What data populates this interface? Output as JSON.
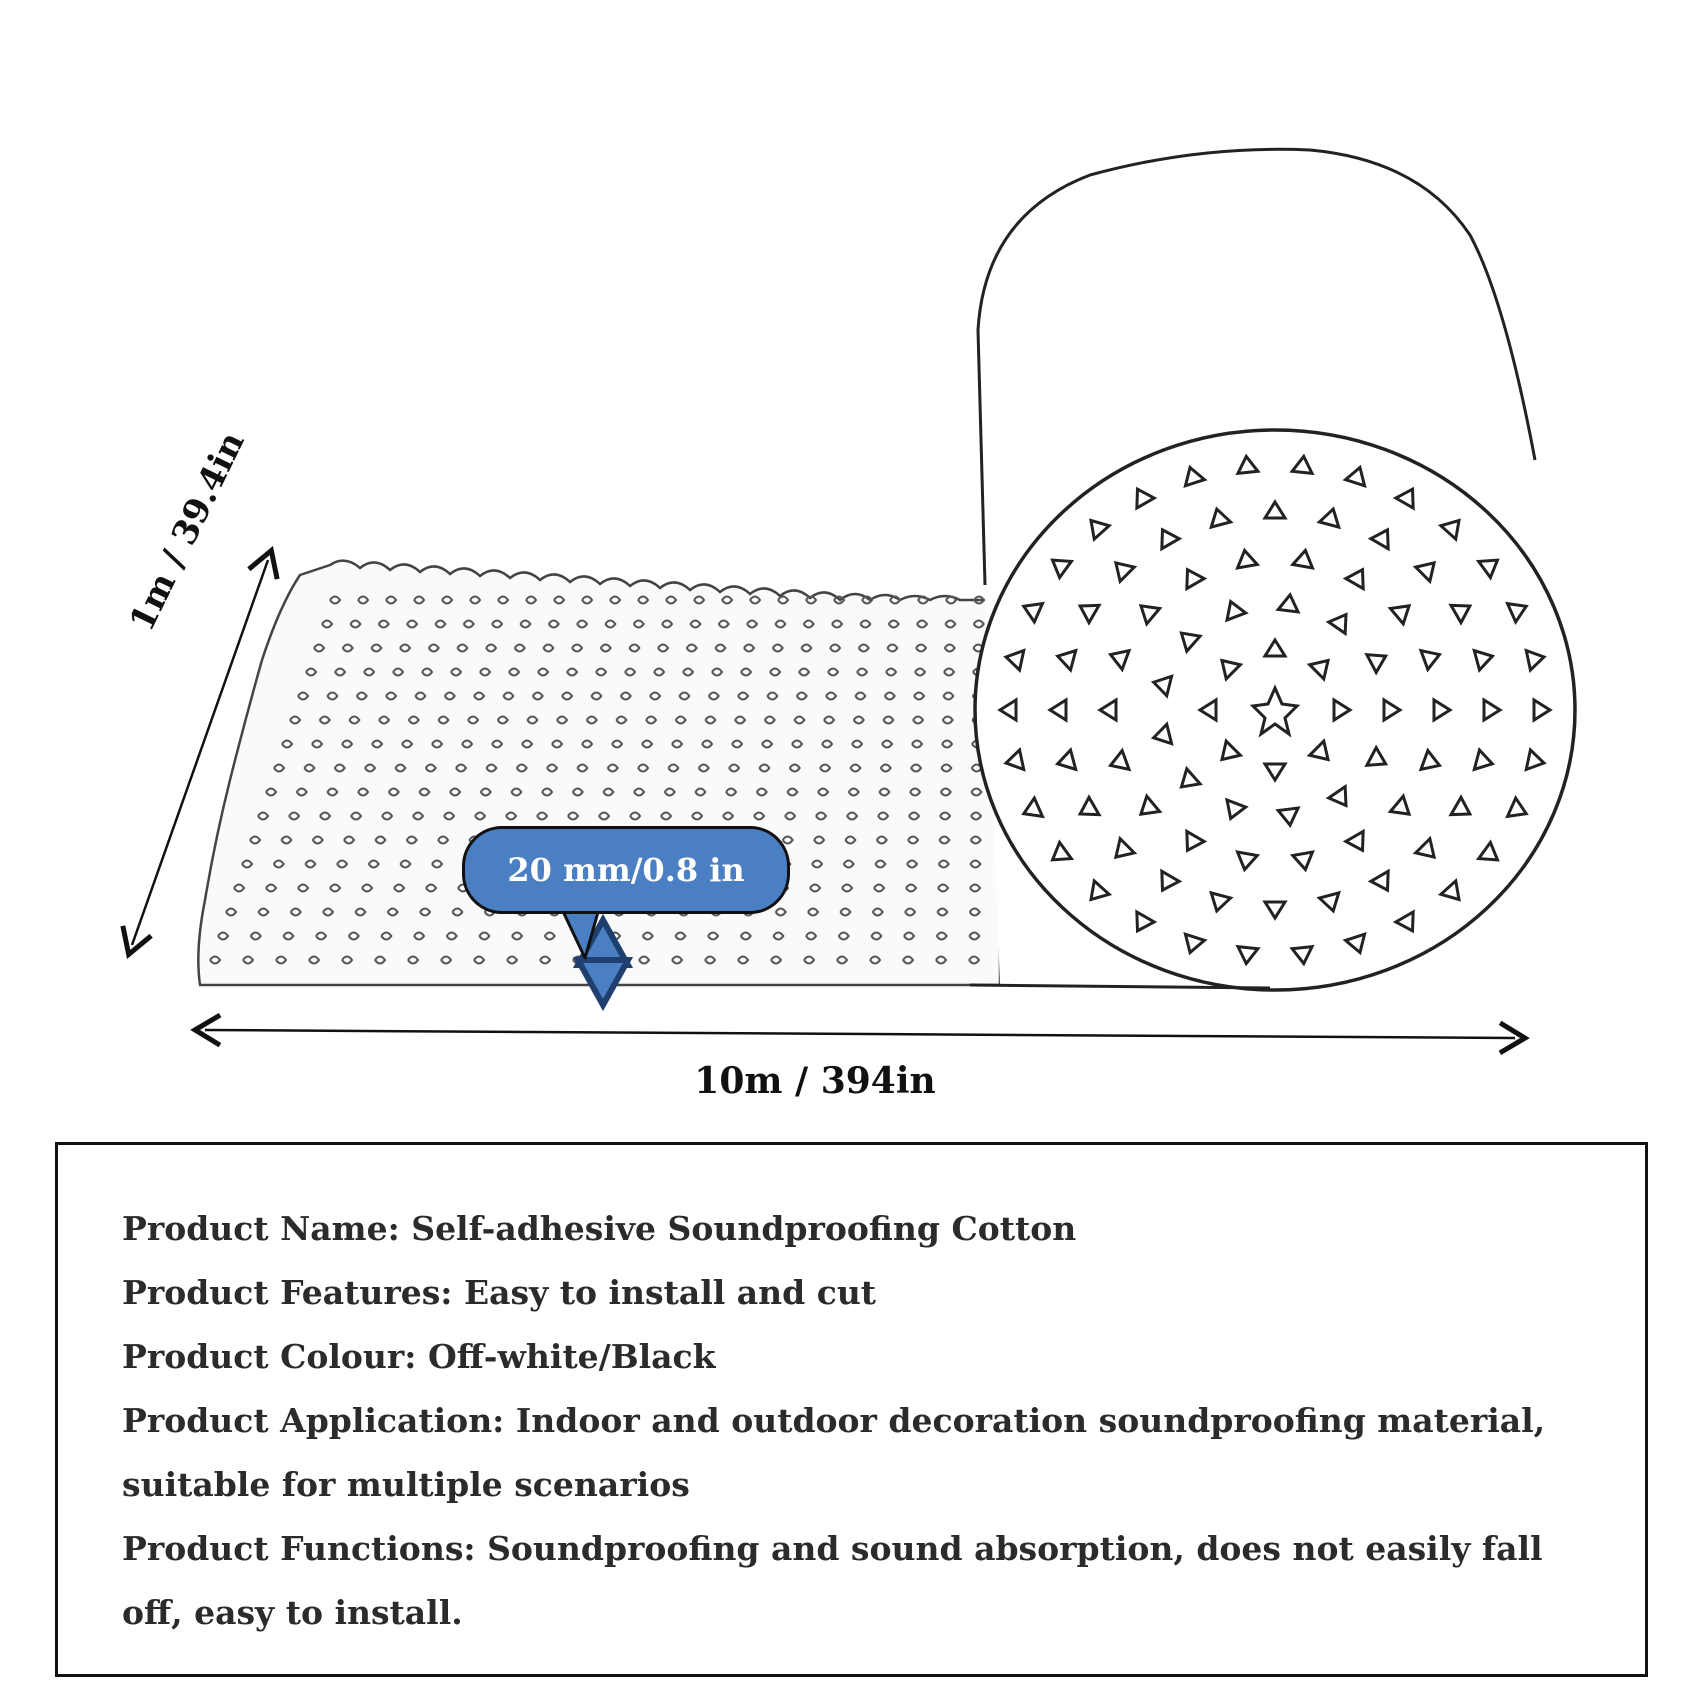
{
  "dimensions": {
    "width_label": "1m / 39.4in",
    "length_label": "10m / 394in",
    "thickness_label": "20 mm/0.8 in"
  },
  "colors": {
    "callout_fill": "#4a7fc4",
    "outline": "#111111",
    "text": "#2b2b2b"
  },
  "product_info": {
    "lines": [
      "Product Name: Self-adhesive Soundproofing Cotton",
      "Product Features: Easy to install and cut",
      "Product Colour: Off-white/Black",
      "Product Application: Indoor and outdoor decoration soundproofing material,",
      "suitable for multiple scenarios",
      "Product Functions: Soundproofing and sound absorption, does not easily fall",
      "off, easy to install."
    ]
  }
}
